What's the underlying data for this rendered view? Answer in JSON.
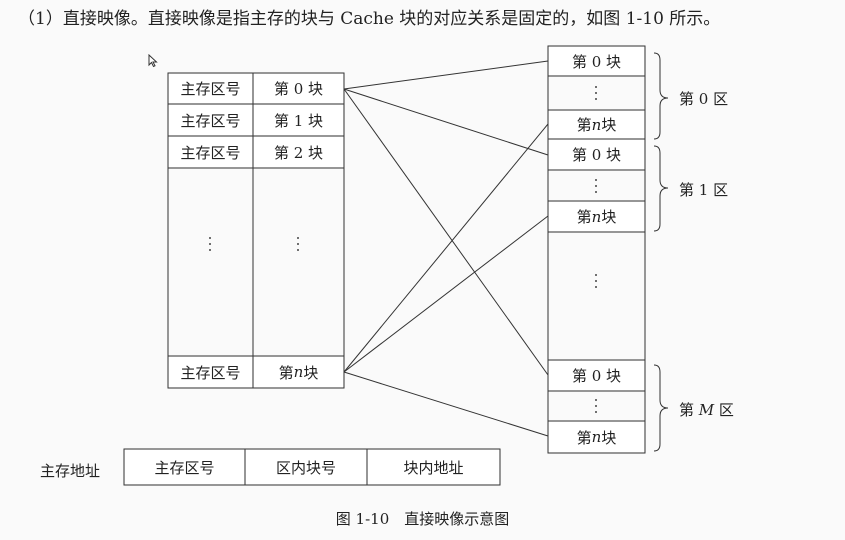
{
  "intro_text": "（1）直接映像。直接映像是指主存的块与 Cache 块的对应关系是固定的，如图 1-10 所示。",
  "main_memory": {
    "col_label": "主存区号",
    "rows": [
      {
        "left": "主存区号",
        "right": "第 0 块"
      },
      {
        "left": "主存区号",
        "right": "第 1 块"
      },
      {
        "left": "主存区号",
        "right": "第 2 块"
      },
      {
        "left": "主存区号",
        "right": "第 n 块"
      }
    ]
  },
  "cache": {
    "first_block": "第 0 块",
    "last_block": "第 n 块",
    "regions": [
      {
        "label": "第 0 区"
      },
      {
        "label": "第 1 区"
      },
      {
        "label": "第 M 区"
      }
    ]
  },
  "address": {
    "label": "主存地址",
    "fields": [
      "主存区号",
      "区内块号",
      "块内地址"
    ]
  },
  "caption": "图 1-10　直接映像示意图",
  "colors": {
    "line": "#333333",
    "text": "#222222",
    "background": "#fafafa"
  }
}
